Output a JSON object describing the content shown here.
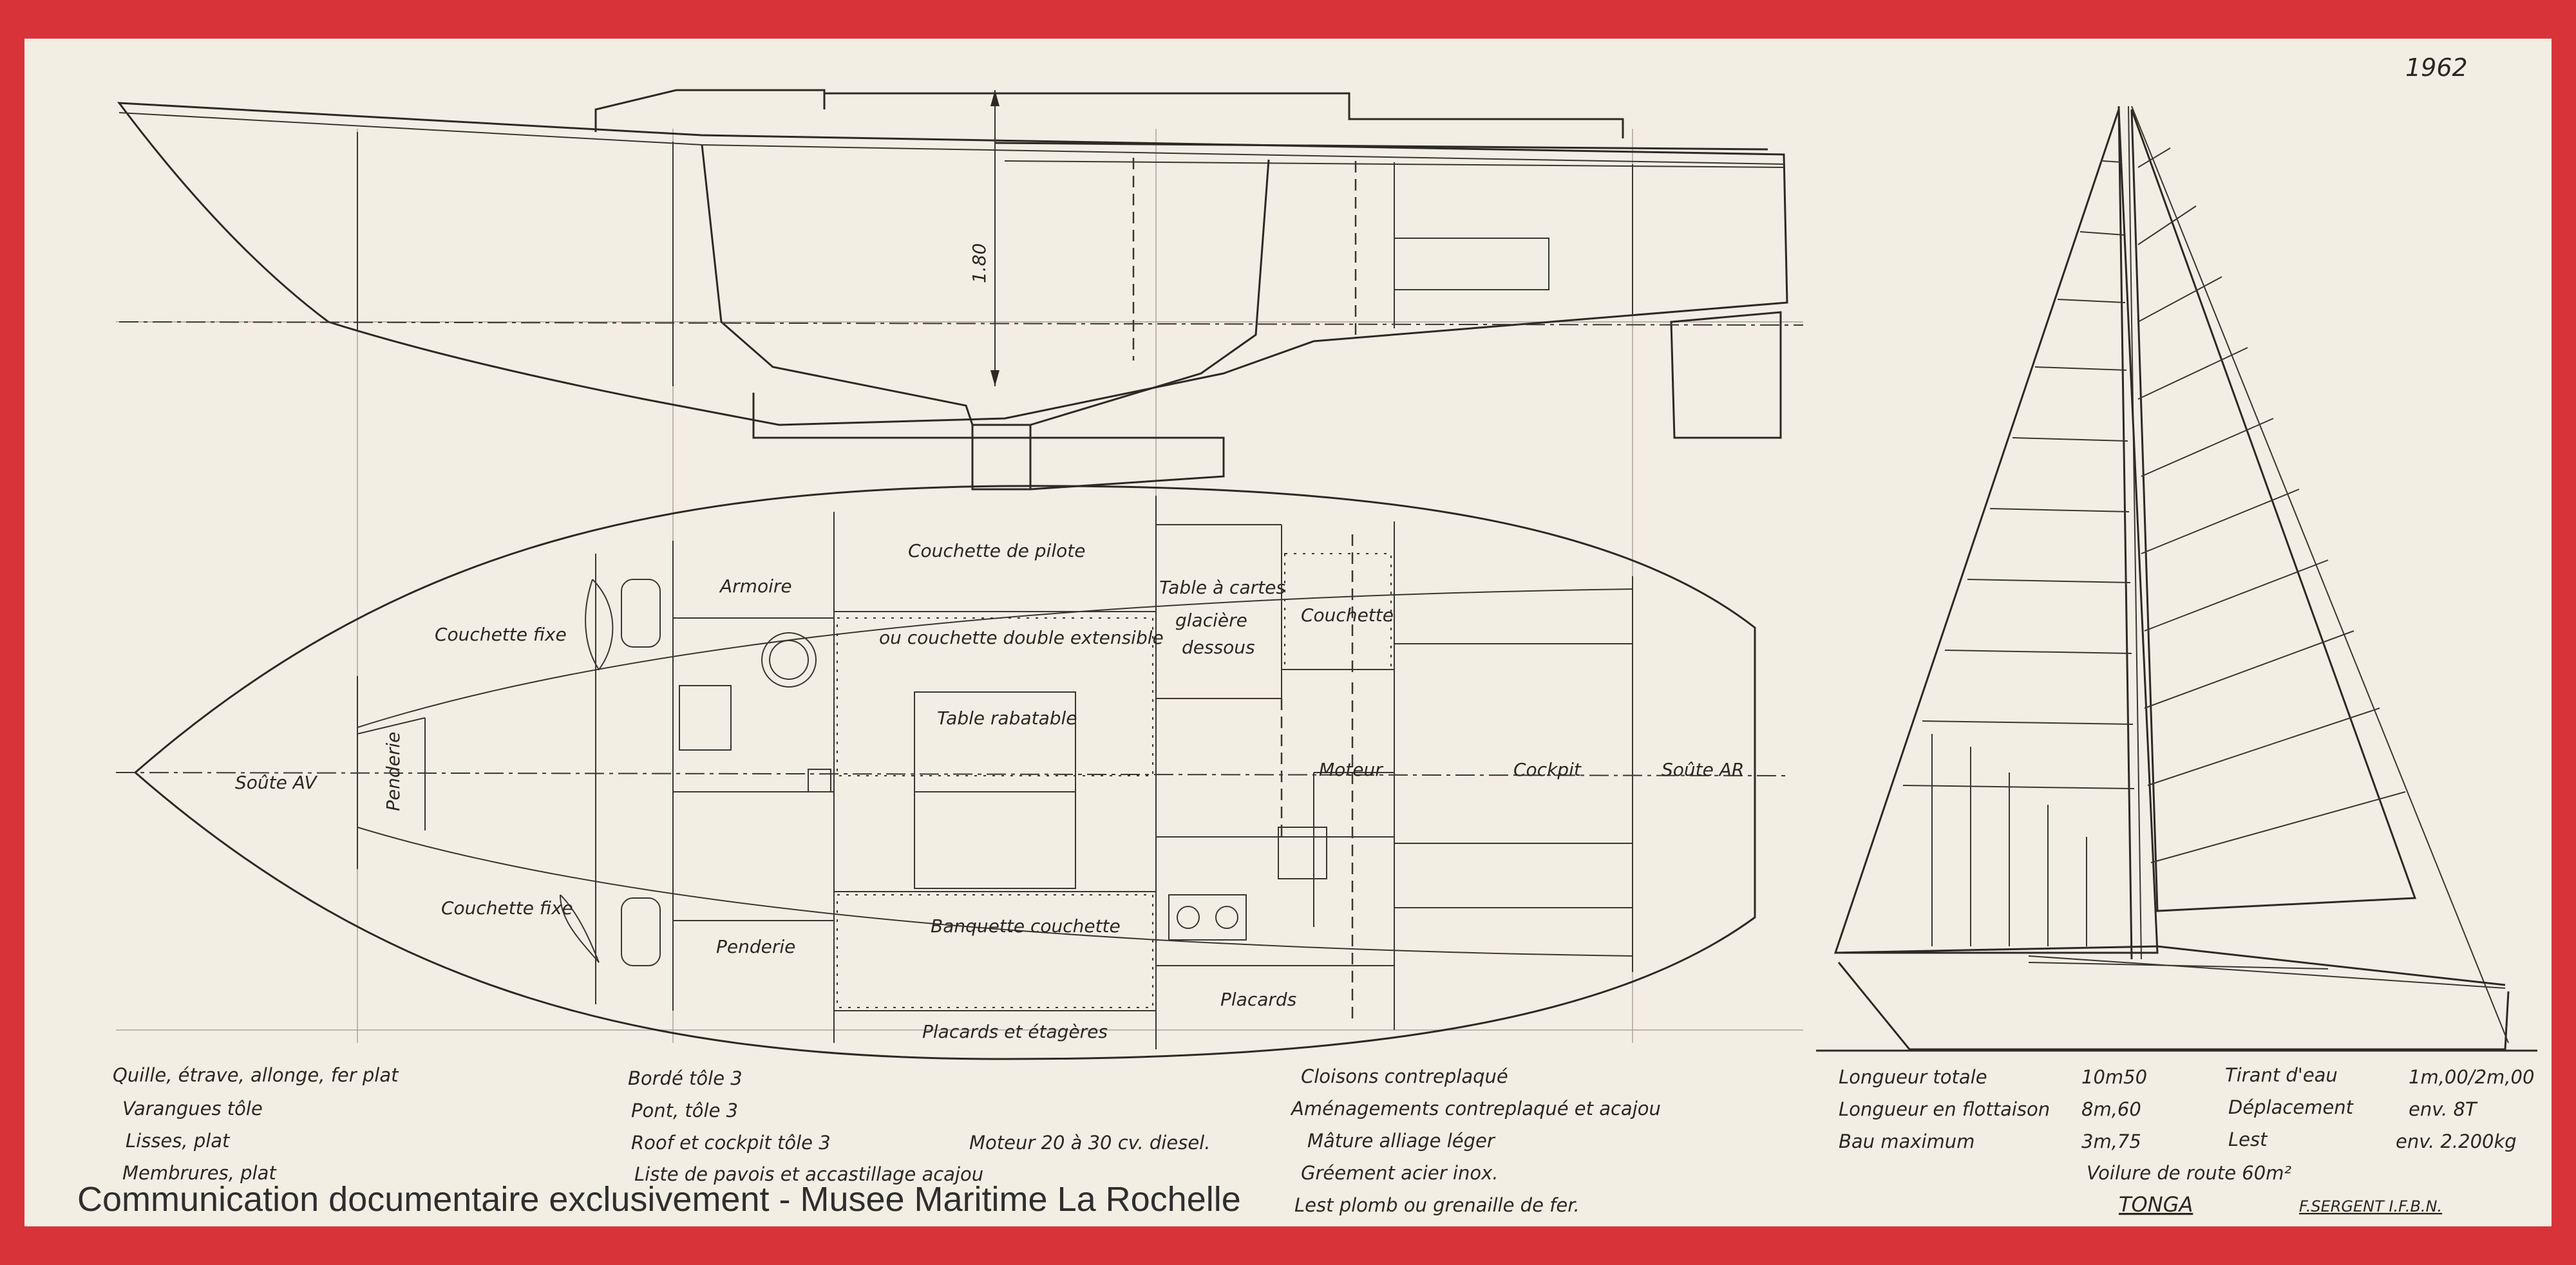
{
  "drawing": {
    "year": "1962",
    "boat_name": "TONGA",
    "architect": "F.SERGENT I.F.B.N.",
    "depth_label": "1.80"
  },
  "plan_labels": {
    "soute_av": "Soûte AV",
    "penderie_fwd": "Penderie",
    "couchette_fixe_top": "Couchette fixe",
    "couchette_fixe_bottom": "Couchette fixe",
    "armoire": "Armoire",
    "penderie_bottom": "Penderie",
    "couchette_pilote": "Couchette de pilote",
    "couchette_double": "ou couchette double extensible",
    "table_rabattable": "Table rabatable",
    "banquette_couchette": "Banquette couchette",
    "placards_etageres": "Placards et étagères",
    "table_cartes_1": "Table à cartes",
    "table_cartes_2": "glacière",
    "table_cartes_3": "dessous",
    "couchette_right": "Couchette",
    "moteur": "Moteur",
    "cockpit": "Cockpit",
    "soute_ar": "Soûte AR",
    "placards": "Placards"
  },
  "construction_notes": {
    "col1": [
      "Quille, étrave, allonge, fer plat",
      "Varangues tôle",
      "Lisses, plat",
      "Membrures, plat"
    ],
    "col2": [
      "Bordé tôle 3",
      "Pont, tôle 3",
      "Roof et cockpit tôle 3",
      "Liste de pavois et accastillage acajou"
    ],
    "moteur": "Moteur 20 à 30 cv. diesel.",
    "col3": [
      "Cloisons contreplaqué",
      "Aménagements contreplaqué et acajou",
      "Mâture alliage léger",
      "Gréement acier inox.",
      "Lest plomb ou grenaille de fer."
    ]
  },
  "specs": {
    "rows": [
      {
        "label": "Longueur totale",
        "value": "10m50",
        "label2": "Tirant d'eau",
        "value2": "1m,00/2m,00"
      },
      {
        "label": "Longueur en flottaison",
        "value": "8m,60",
        "label2": "Déplacement",
        "value2": "env. 8T"
      },
      {
        "label": "Bau maximum",
        "value": "3m,75",
        "label2": "Lest",
        "value2": "env. 2.200kg"
      }
    ],
    "sail_area": "Voilure de route 60m²"
  },
  "watermark": "Communication documentaire exclusivement - Musee Maritime La Rochelle",
  "colors": {
    "frame": "#d9333a",
    "paper": "#f3eee4",
    "ink": "#2d2a25"
  }
}
